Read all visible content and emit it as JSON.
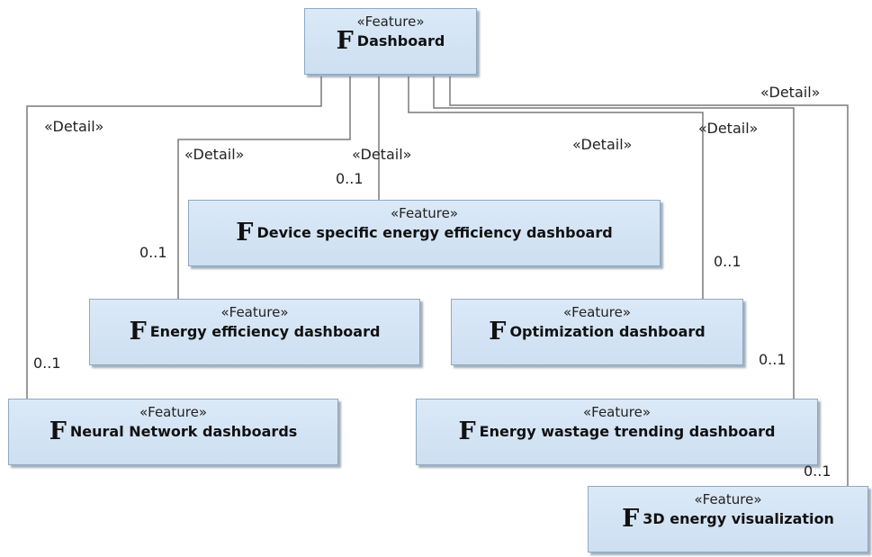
{
  "colors": {
    "box_fill": "#cddff2",
    "box_border": "#8fa9c4",
    "connector": "#7a7a7a"
  },
  "features": {
    "root": {
      "stereotype": "«Feature»",
      "icon": "F",
      "name": "Dashboard"
    },
    "device": {
      "stereotype": "«Feature»",
      "icon": "F",
      "name": "Device specific energy efficiency dashboard"
    },
    "energy": {
      "stereotype": "«Feature»",
      "icon": "F",
      "name": "Energy efficiency dashboard"
    },
    "optim": {
      "stereotype": "«Feature»",
      "icon": "F",
      "name": "Optimization dashboard"
    },
    "neural": {
      "stereotype": "«Feature»",
      "icon": "F",
      "name": "Neural Network dashboards"
    },
    "wastage": {
      "stereotype": "«Feature»",
      "icon": "F",
      "name": "Energy wastage trending dashboard"
    },
    "viz3d": {
      "stereotype": "«Feature»",
      "icon": "F",
      "name": "3D energy visualization"
    }
  },
  "labels": {
    "detail": "«Detail»",
    "mult": "0..1"
  }
}
